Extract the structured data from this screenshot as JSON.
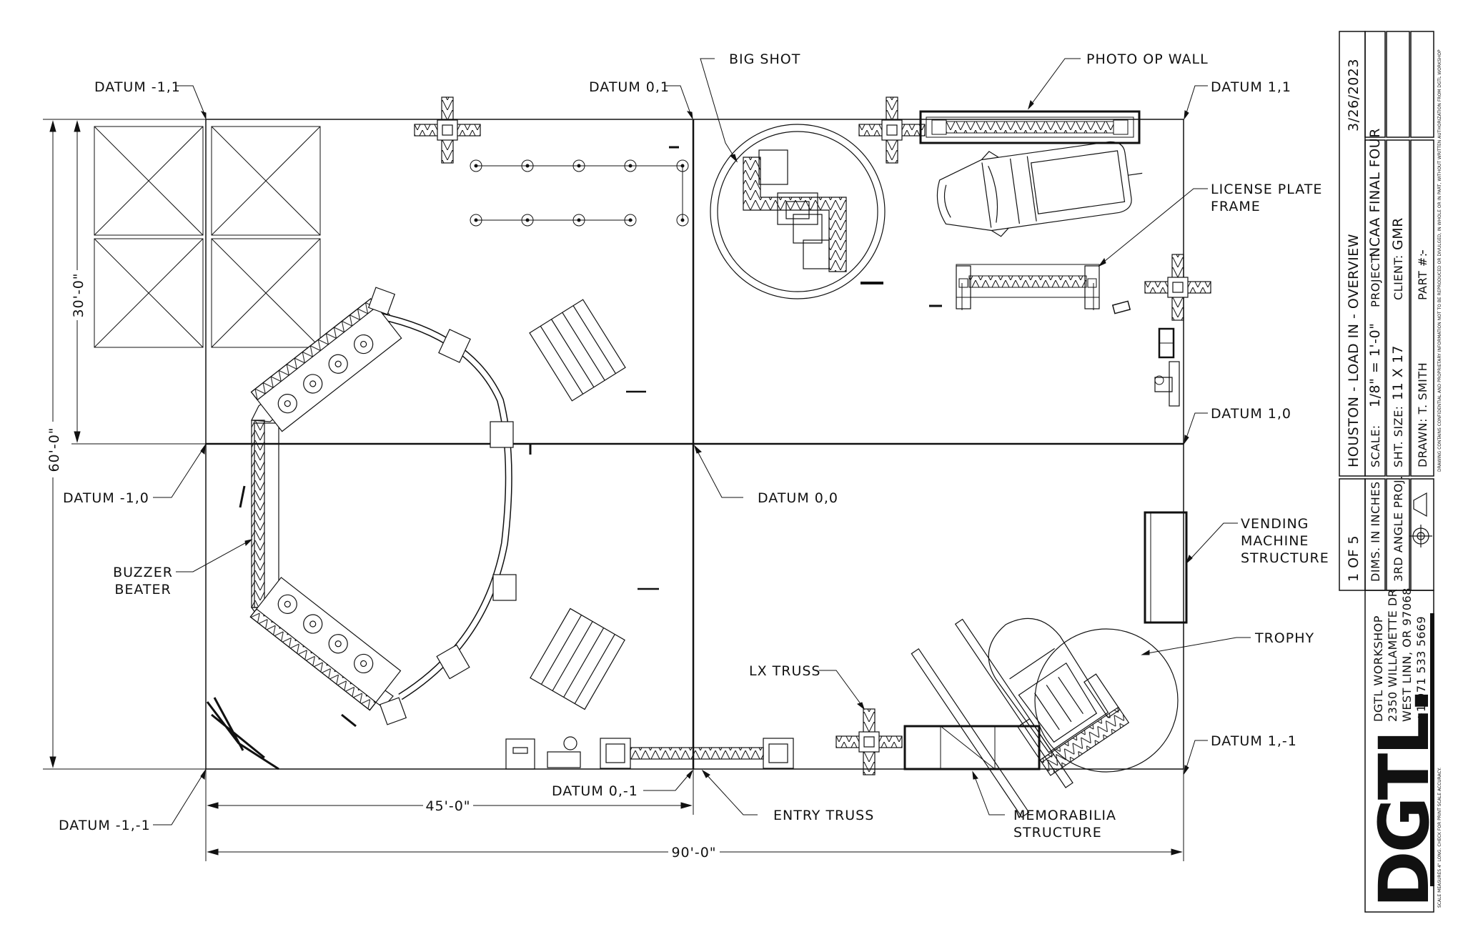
{
  "labels": {
    "datum_m1_1": "DATUM -1,1",
    "datum_0_1": "DATUM 0,1",
    "datum_1_1": "DATUM 1,1",
    "datum_m1_0": "DATUM -1,0",
    "datum_0_0": "DATUM 0,0",
    "datum_1_0": "DATUM 1,0",
    "datum_m1_m1": "DATUM -1,-1",
    "datum_0_m1": "DATUM 0,-1",
    "datum_1_m1": "DATUM 1,-1",
    "big_shot": "BIG SHOT",
    "photo_op_wall": "PHOTO OP WALL",
    "license_plate_1": "LICENSE PLATE",
    "license_plate_2": "FRAME",
    "vending_1": "VENDING",
    "vending_2": "MACHINE",
    "vending_3": "STRUCTURE",
    "trophy": "TROPHY",
    "buzzer_1": "BUZZER",
    "buzzer_2": "BEATER",
    "lx_truss": "LX TRUSS",
    "entry_truss": "ENTRY TRUSS",
    "memo_1": "MEMORABILIA",
    "memo_2": "STRUCTURE"
  },
  "dimensions": {
    "width_half": "45'-0\"",
    "width_full": "90'-0\"",
    "height_half": "30'-0\"",
    "height_full": "60'-0\""
  },
  "title_block": {
    "date": "3/26/2023",
    "title": "HOUSTON - LOAD IN - OVERVIEW",
    "sheet": "1 OF 5",
    "scale_label": "SCALE:",
    "scale_value": "1/8\" = 1'-0\"",
    "sheet_size_label": "SHT. SIZE:",
    "sheet_size_value": "11 X 17",
    "drawn": "DRAWN: T. SMITH",
    "project_label": "PROJECT:",
    "project_value": "NCAA FINAL FOUR",
    "client_label": "CLIENT:",
    "client_value": "GMR",
    "part_label": "PART #:",
    "part_value": "-",
    "dims": "DIMS. IN INCHES",
    "angle": "3RD ANGLE PROJ.",
    "addr_1": "DGTL WORKSHOP",
    "addr_2": "2350 WILLAMETTE DR",
    "addr_3": "WEST LINN, OR 97068",
    "addr_4": "+1 971 533 5669",
    "logo": "DGTL.",
    "disclaimer": "DRAWING CONTAINS CONFIDENTIAL AND PROPRIETARY INFORMATION NOT TO BE REPRODUCED OR DIVULGED, IN WHOLE OR IN PART, WITHOUT WRITTEN AUTHORIZATION FROM DGTL WORKSHOP",
    "scale_note": "SCALE MEASURES 4\" LONG. CHECK FOR PRINT SCALE ACCURACY."
  }
}
